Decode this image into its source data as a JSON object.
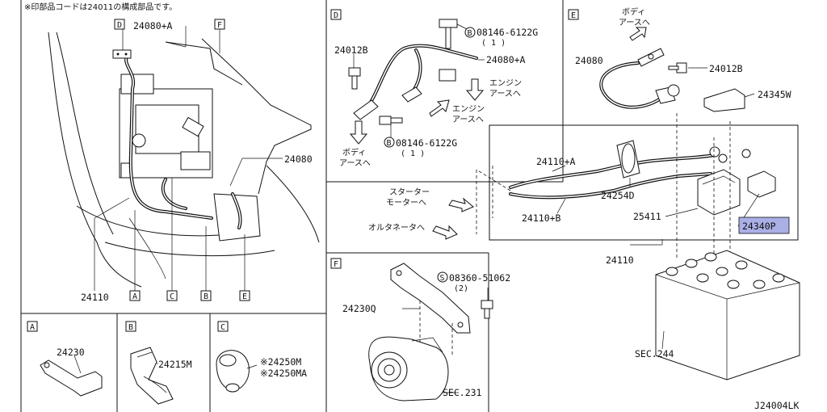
{
  "header_note": "※印部品コードは24011の構成部品です。",
  "diagram_code": "J24004LK",
  "main_view": {
    "labels": {
      "p24080A": "24080+A",
      "p24080": "24080",
      "p24110": "24110"
    },
    "callouts": {
      "D": "D",
      "F": "F",
      "A": "A",
      "C": "C",
      "B": "B",
      "E": "E"
    }
  },
  "panel_D": {
    "tag": "D",
    "p24012B": "24012B",
    "bolt1_code": "08146-6122G",
    "bolt1_qty": "( 1 )",
    "p24080A": "24080+A",
    "engine_earth_1a": "エンジン",
    "engine_earth_1b": "アースへ",
    "engine_earth_2a": "エンジン",
    "engine_earth_2b": "アースへ",
    "bolt2_code": "08146-6122G",
    "bolt2_qty": "( 1 )",
    "body_earth_a": "ボディ",
    "body_earth_b": "アースへ"
  },
  "panel_E": {
    "tag": "E",
    "body_earth_a": "ボディ",
    "body_earth_b": "アースへ",
    "p24080": "24080",
    "p24012B": "24012B",
    "p24345W": "24345W"
  },
  "battery_group": {
    "p24110A": "24110+A",
    "p24254D": "24254D",
    "p24110B": "24110+B",
    "p25411": "25411",
    "p24340P": "24340P",
    "starter_a": "スターター",
    "starter_b": "モーターへ",
    "alternator": "オルタネータへ",
    "p24110": "24110",
    "sec244": "SEC.244",
    "highlight_color": "#aab0e6"
  },
  "panel_F": {
    "tag": "F",
    "screw_code": "08360-51062",
    "screw_qty": "(2)",
    "p24230Q": "24230Q",
    "sec231": "SEC.231"
  },
  "panel_A": {
    "tag": "A",
    "p24230": "24230"
  },
  "panel_B": {
    "tag": "B",
    "p24215M": "24215M"
  },
  "panel_C": {
    "tag": "C",
    "p24250M": "※24250M",
    "p24250MA": "※24250MA"
  },
  "symbols": {
    "bolt_marker": "B",
    "screw_marker": "S"
  }
}
